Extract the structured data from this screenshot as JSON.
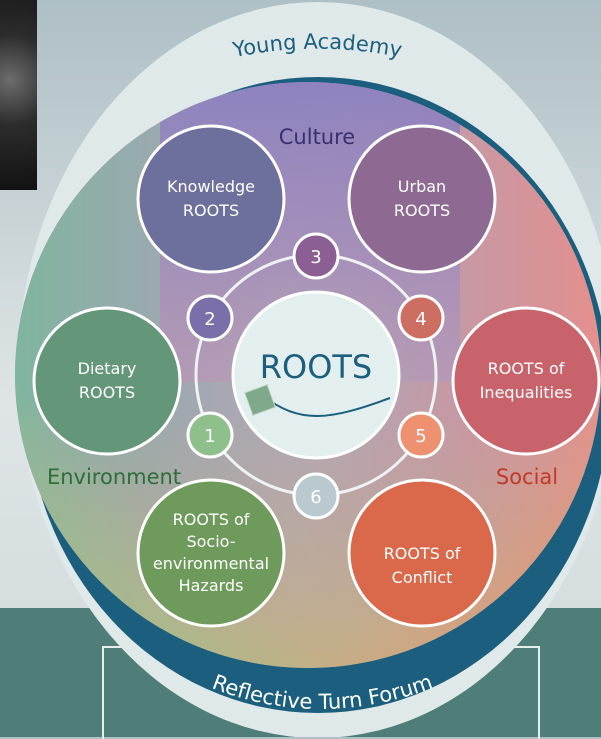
{
  "outer_ring": {
    "top_label": "Young Academy",
    "bottom_label": "Reflective Turn Forum"
  },
  "themes": {
    "culture": "Culture",
    "environment": "Environment",
    "social": "Social"
  },
  "center": {
    "label": "ROOTS"
  },
  "numbers": [
    "1",
    "2",
    "3",
    "4",
    "5",
    "6"
  ],
  "subclusters": [
    {
      "line1": "Knowledge",
      "line2": "ROOTS"
    },
    {
      "line1": "Urban",
      "line2": "ROOTS"
    },
    {
      "line1": "Dietary",
      "line2": "ROOTS"
    },
    {
      "line1": "ROOTS of",
      "line2": "Inequalities"
    },
    {
      "line1": "ROOTS of",
      "line2": "Socio-",
      "line3": "environmental",
      "line4": "Hazards"
    },
    {
      "line1": "ROOTS of",
      "line2": "Conflict"
    }
  ],
  "colors": {
    "outer_ring": "#dfe9e9",
    "band": "#1b5e7d",
    "culture": "#8a7fb8",
    "environment": "#7fc08a",
    "social": "#f08a74",
    "center_text": "#1b5e7d"
  }
}
